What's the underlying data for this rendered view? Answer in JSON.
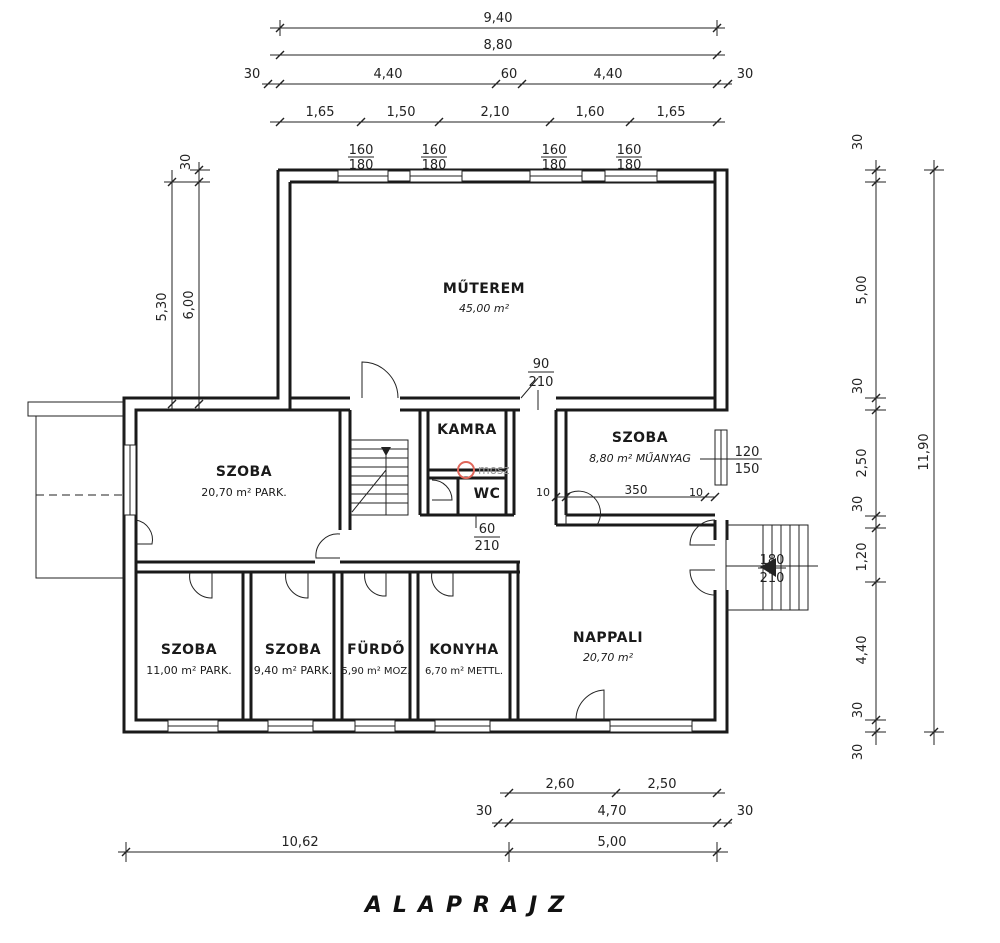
{
  "title": "ALAPRAJZ",
  "watermark": "mosz",
  "dims_top": {
    "total": "9,40",
    "inner": "8,80",
    "left_wall": "30",
    "seg_a": "4,40",
    "mid_wall": "60",
    "seg_b": "4,40",
    "right_wall": "30",
    "p1": "1,65",
    "p2": "1,50",
    "p3": "2,10",
    "p4": "1,60",
    "p5": "1,65"
  },
  "window_labels_top": [
    {
      "w": "160",
      "h": "180"
    },
    {
      "w": "160",
      "h": "180"
    },
    {
      "w": "160",
      "h": "180"
    },
    {
      "w": "160",
      "h": "180"
    }
  ],
  "dims_left": {
    "wall": "30",
    "a": "5,30",
    "b": "6,00"
  },
  "dims_right": {
    "w1": "30",
    "s1": "5,00",
    "w2": "30",
    "s2": "2,50",
    "w3": "30",
    "s3": "1,20",
    "s4": "4,40",
    "w4": "30",
    "w5": "30",
    "total": "11,90"
  },
  "dims_bottom": {
    "b1": "2,60",
    "b2": "2,50",
    "wall_l": "30",
    "inner": "4,70",
    "wall_r": "30",
    "left_total": "10,62",
    "right_total": "5,00"
  },
  "rooms": {
    "muterem": {
      "name": "MŰTEREM",
      "area": "45,00 m²"
    },
    "szoba_big": {
      "name": "SZOBA",
      "area": "20,70 m² PARK."
    },
    "kamra": {
      "name": "KAMRA"
    },
    "wc": {
      "name": "WC"
    },
    "szoba_right": {
      "name": "SZOBA",
      "area": "8,80 m² MŰANYAG"
    },
    "szoba_1": {
      "name": "SZOBA",
      "area": "11,00 m² PARK."
    },
    "szoba_2": {
      "name": "SZOBA",
      "area": "9,40 m² PARK."
    },
    "furdo": {
      "name": "FÜRDŐ",
      "area": "5,90 m² MOZ."
    },
    "konyha": {
      "name": "KONYHA",
      "area": "6,70 m² METTL."
    },
    "nappali": {
      "name": "NAPPALI",
      "area": "20,70 m²"
    }
  },
  "openings": {
    "door_90_w": "90",
    "door_90_h": "210",
    "door_60_w": "60",
    "door_60_h": "210",
    "win_120_w": "120",
    "win_120_h": "150",
    "szoba_dim_l": "10",
    "szoba_dim_m": "350",
    "szoba_dim_r": "10",
    "entry_w": "180",
    "entry_h": "210"
  }
}
